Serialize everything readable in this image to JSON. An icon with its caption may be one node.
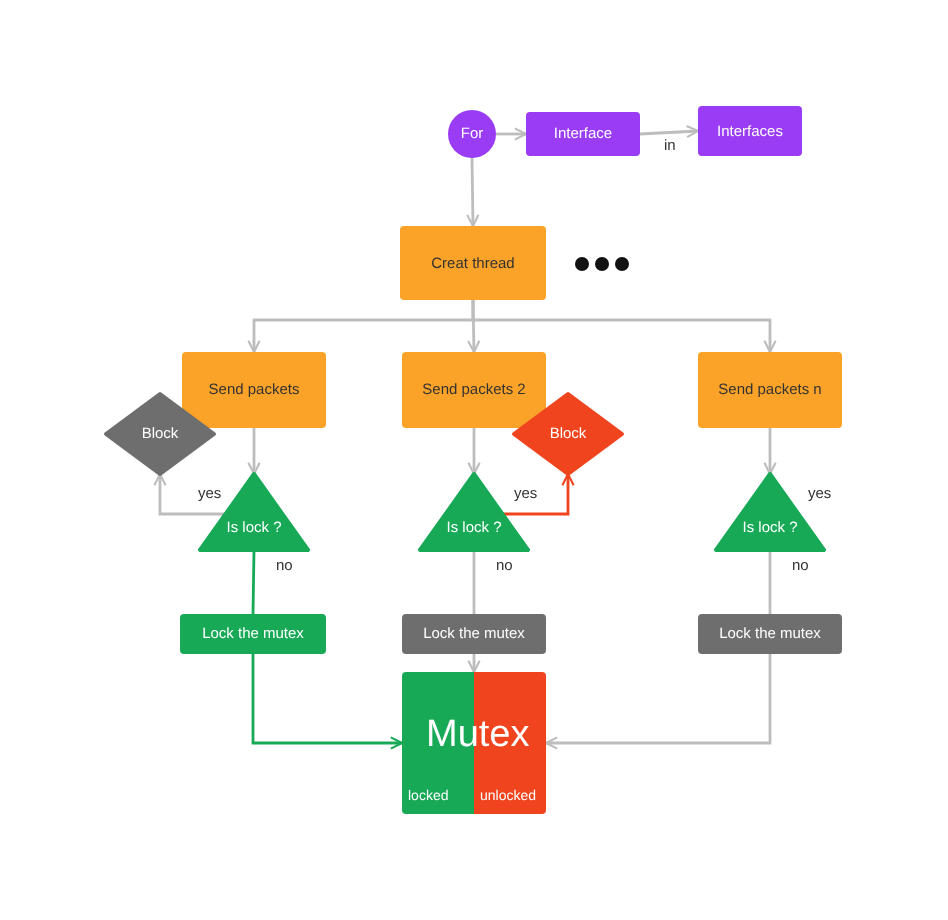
{
  "diagram": {
    "nodes": [
      {
        "text": [
          "For"
        ]
      },
      {
        "text": [
          "Interface"
        ]
      },
      {
        "text": [
          "Interfaces"
        ]
      },
      {
        "text": [
          "Creat thread"
        ]
      },
      {
        "text": [
          "Send packets"
        ]
      },
      {
        "text": [
          "Send packets 2"
        ]
      },
      {
        "text": [
          "Send packets n"
        ]
      },
      {
        "text": [
          "Block"
        ]
      },
      {
        "text": [
          "Is lock ?"
        ]
      },
      {
        "text": [
          "Block"
        ]
      },
      {
        "text": [
          "Is lock ?"
        ]
      },
      {
        "text": [
          "Is lock ?"
        ]
      },
      {
        "text": [
          "Lock the mutex"
        ]
      },
      {
        "text": [
          "Lock the mutex"
        ]
      },
      {
        "text": [
          "Lock the mutex"
        ]
      },
      {
        "text": [
          "Mutex",
          "locked",
          "unlocked"
        ]
      }
    ],
    "edges": [
      {
        "from": 0,
        "to": 1,
        "arrow": "to"
      },
      {
        "from": 1,
        "to": 2,
        "arrow": "to",
        "label": "in"
      },
      {
        "from": 0,
        "to": 3,
        "arrow": "to"
      },
      {
        "from": 3,
        "to": 4,
        "arrow": "to"
      },
      {
        "from": 3,
        "to": 5,
        "arrow": "to"
      },
      {
        "from": 3,
        "to": 6,
        "arrow": "to"
      },
      {
        "from": 4,
        "to": 8,
        "arrow": "to"
      },
      {
        "from": 8,
        "to": 7,
        "arrow": "to",
        "label": "yes"
      },
      {
        "from": 5,
        "to": 10,
        "arrow": "to"
      },
      {
        "from": 10,
        "to": 9,
        "arrow": "to",
        "label": "yes",
        "color": "#f0441f"
      },
      {
        "from": 6,
        "to": 11,
        "arrow": "to"
      },
      {
        "from": 8,
        "to": 12,
        "arrow": "none",
        "label": "no",
        "color": "#18a957"
      },
      {
        "from": 10,
        "to": 13,
        "arrow": "none",
        "label": "no"
      },
      {
        "from": 11,
        "to": 14,
        "arrow": "none",
        "label": "no"
      },
      {
        "from": 12,
        "to": 15,
        "arrow": "to",
        "color": "#18a957"
      },
      {
        "from": 13,
        "to": 15,
        "arrow": "to"
      },
      {
        "from": 14,
        "to": 15,
        "arrow": "to"
      }
    ],
    "labels": [
      "yes"
    ]
  }
}
